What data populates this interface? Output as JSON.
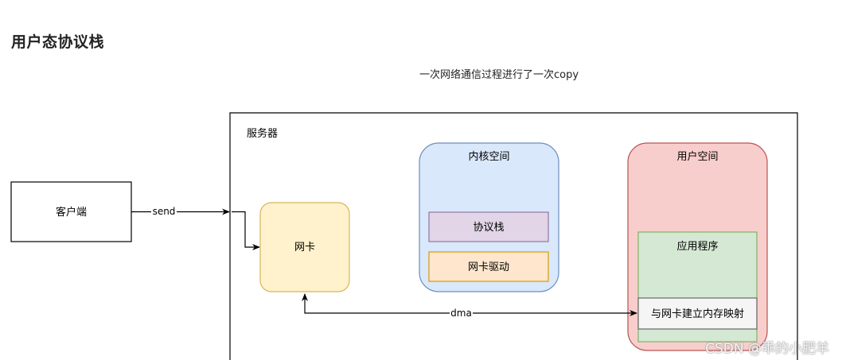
{
  "section_title": "用户态协议栈",
  "diagram": {
    "caption": "一次网络通信过程进行了一次copy",
    "server_label": "服务器",
    "client_label": "客户端",
    "nic_label": "网卡",
    "kernel_space_label": "内核空间",
    "protocol_stack_label": "协议栈",
    "nic_driver_label": "网卡驱动",
    "user_space_label": "用户空间",
    "app_label": "应用程序",
    "mmap_label": "与网卡建立内存映射",
    "send_label": "send",
    "dma_label": "dma"
  },
  "watermark": "CSDN @乖的小肥羊",
  "colors": {
    "nic_fill": "#fff2cc",
    "nic_stroke": "#d6b656",
    "kernel_fill": "#dae8fc",
    "kernel_stroke": "#6c8ebf",
    "protocol_fill": "#e1d5e7",
    "protocol_stroke": "#9673a6",
    "driver_fill": "#ffe6cc",
    "driver_stroke": "#d79b00",
    "user_fill": "#f8cecc",
    "user_stroke": "#b85450",
    "app_fill": "#d5e8d4",
    "app_stroke": "#82b366",
    "mmap_fill": "#f5f5f5",
    "mmap_stroke": "#666666"
  }
}
